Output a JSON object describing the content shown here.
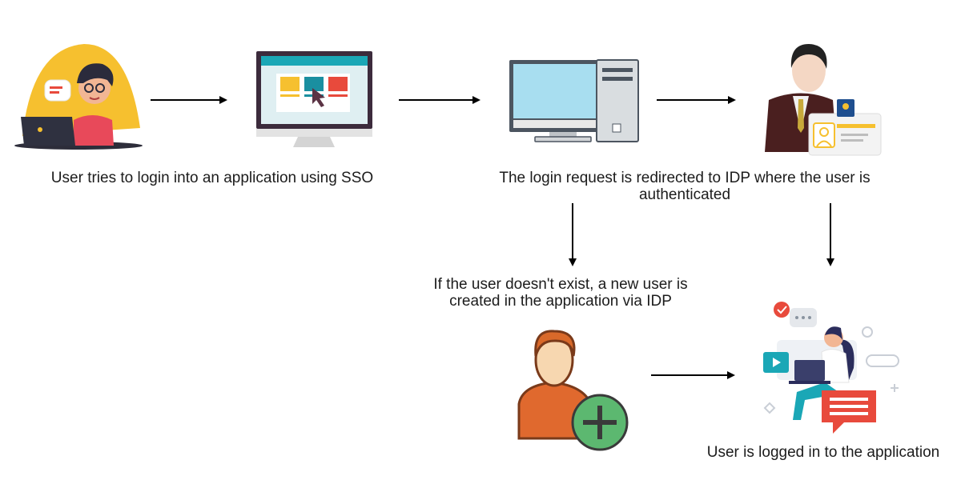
{
  "captions": {
    "user_login": "User tries to login into an application using SSO",
    "redirect_to_idp": "The login request is redirected to IDP where the user is authenticated",
    "user_creation": "If the user doesn't exist, a new user is created in the application via IDP",
    "logged_in": "User is logged in to the application"
  },
  "nodes": [
    {
      "id": "user-at-laptop",
      "icon": "person-laptop-icon"
    },
    {
      "id": "application",
      "icon": "monitor-app-icon"
    },
    {
      "id": "computer",
      "icon": "desktop-computer-icon"
    },
    {
      "id": "identity-provider",
      "icon": "businessman-id-card-icon"
    },
    {
      "id": "new-user",
      "icon": "add-user-icon"
    },
    {
      "id": "logged-in-user",
      "icon": "woman-laptop-chat-icon"
    }
  ],
  "edges": [
    {
      "from": "user-at-laptop",
      "to": "application"
    },
    {
      "from": "application",
      "to": "computer"
    },
    {
      "from": "computer",
      "to": "identity-provider"
    },
    {
      "from": "computer",
      "to": "new-user"
    },
    {
      "from": "identity-provider",
      "to": "logged-in-user"
    },
    {
      "from": "new-user",
      "to": "logged-in-user"
    }
  ],
  "colors": {
    "arrow": "#000000",
    "accent_yellow": "#f6c02f",
    "accent_teal": "#1aa7b6",
    "accent_red": "#e84a3c",
    "screen_blue": "#a8def0",
    "plus_green": "#5cb870",
    "shirt_orange": "#e0692e"
  }
}
